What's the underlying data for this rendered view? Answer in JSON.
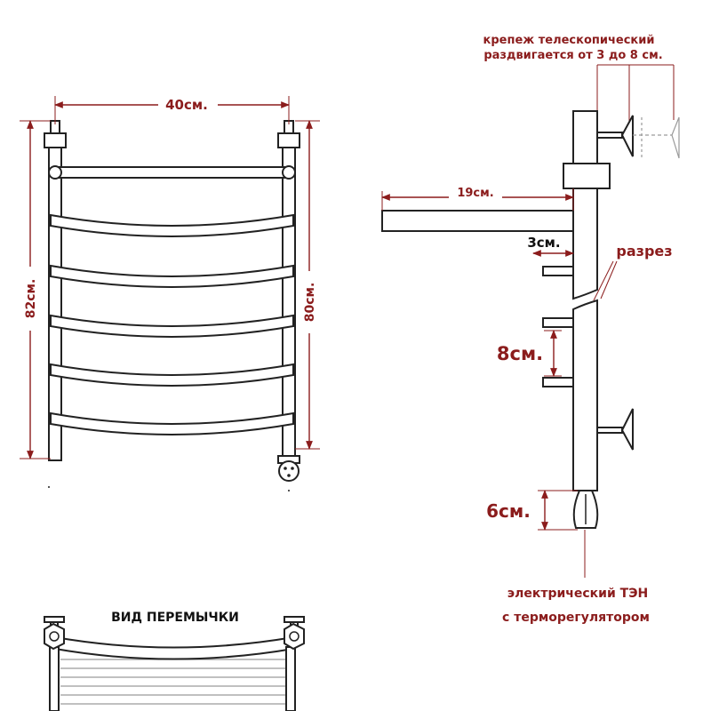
{
  "labels": {
    "width_40": "40см.",
    "height_82": "82см.",
    "height_80": "80см.",
    "mount_line1": "крепеж телескопический",
    "mount_line2": "раздвигается от 3 до 8 см.",
    "depth_19": "19см.",
    "gap_3": "3см.",
    "cut": "разрез",
    "spacing_8": "8см.",
    "heater_6": "6см.",
    "heater_line1": "электрический  ТЭН",
    "heater_line2": "с терморегулятором",
    "jumper_view": "ВИД ПЕРЕМЫЧКИ"
  },
  "colors": {
    "dimension": "#8b1c1c",
    "outline": "#222222",
    "caption": "#111111"
  }
}
